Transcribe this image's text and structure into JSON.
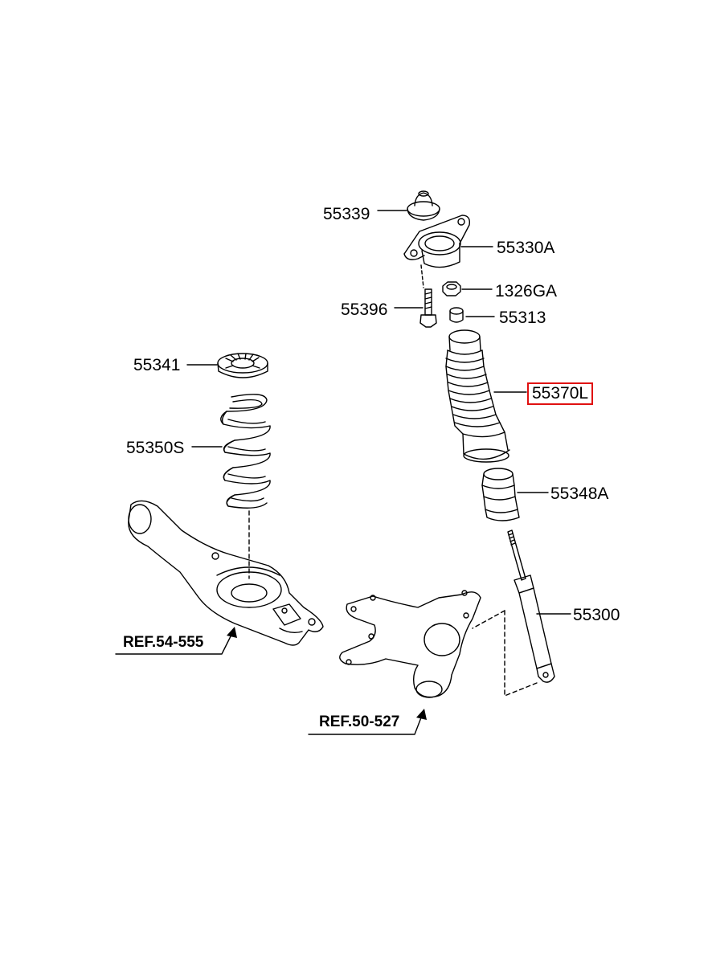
{
  "diagram": {
    "parts": [
      {
        "id": "p55339",
        "label": "55339"
      },
      {
        "id": "p55330A",
        "label": "55330A"
      },
      {
        "id": "p1326GA",
        "label": "1326GA"
      },
      {
        "id": "p55396",
        "label": "55396"
      },
      {
        "id": "p55313",
        "label": "55313"
      },
      {
        "id": "p55341",
        "label": "55341"
      },
      {
        "id": "p55370L",
        "label": "55370L",
        "highlighted": true
      },
      {
        "id": "p55350S",
        "label": "55350S"
      },
      {
        "id": "p55348A",
        "label": "55348A"
      },
      {
        "id": "p55300",
        "label": "55300"
      }
    ],
    "references": [
      {
        "id": "ref1",
        "label": "REF.54-555"
      },
      {
        "id": "ref2",
        "label": "REF.50-527"
      }
    ],
    "highlight_color": "#e01010"
  }
}
